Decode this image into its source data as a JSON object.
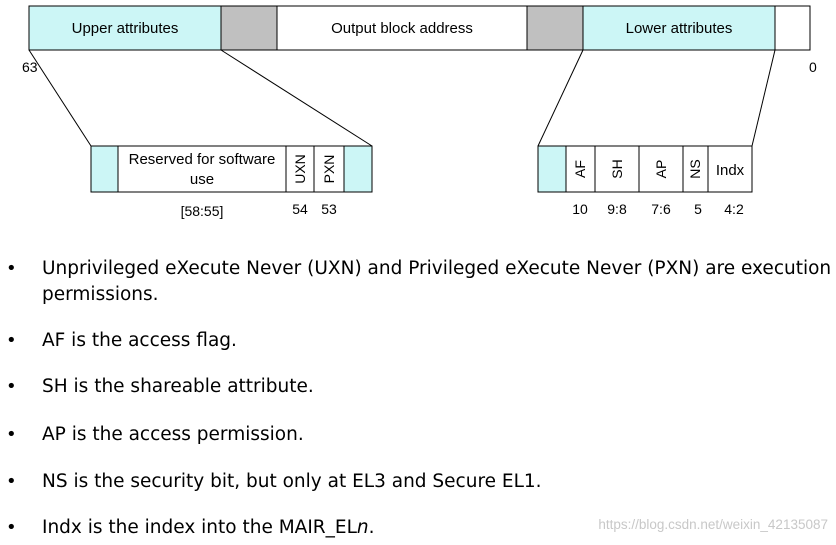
{
  "descriptor": {
    "fields": {
      "upper": "Upper attributes",
      "address": "Output block address",
      "lower": "Lower attributes"
    },
    "bit_high": "63",
    "bit_low": "0",
    "colors": {
      "attribute_fill": "#ccf6f6",
      "reserved_fill": "#c0c0c0",
      "line": "#000000"
    }
  },
  "upper_detail": {
    "reserved_label_line1": "Reserved for software",
    "reserved_label_line2": "use",
    "uxn": "UXN",
    "pxn": "PXN",
    "bits_reserved": "[58:55]",
    "bits_uxn": "54",
    "bits_pxn": "53"
  },
  "lower_detail": {
    "af": "AF",
    "sh": "SH",
    "ap": "AP",
    "ns": "NS",
    "indx": "Indx",
    "bits_af": "10",
    "bits_sh": "9:8",
    "bits_ap": "7:6",
    "bits_ns": "5",
    "bits_indx": "4:2"
  },
  "bullets": [
    {
      "text": "Unprivileged eXecute Never (UXN) and Privileged eXecute Never (PXN) are execution permissions."
    },
    {
      "text": "AF is the access flag."
    },
    {
      "text": "SH is the shareable attribute."
    },
    {
      "text": "AP is the access permission."
    },
    {
      "text": "NS is the security bit, but only at EL3 and Secure EL1."
    },
    {
      "text": "Indx is the index into the MAIR_EL",
      "em": "n",
      "tail": "."
    }
  ],
  "bullet_glyph": "•",
  "watermark": "https://blog.csdn.net/weixin_42135087"
}
